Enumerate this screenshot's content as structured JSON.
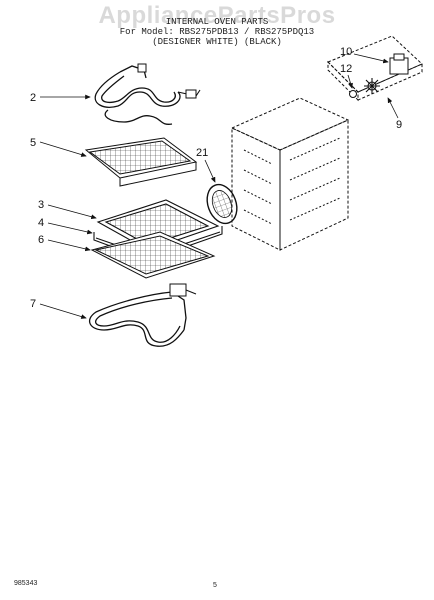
{
  "watermark": "AppliancePartsPros",
  "header": {
    "line1": "INTERNAL OVEN PARTS",
    "line2": "For Model: RBS275PDB13 / RBS275PDQ13",
    "line3": "(DESIGNER WHITE)  (BLACK)"
  },
  "callouts": {
    "c2": "2",
    "c5": "5",
    "c3": "3",
    "c4": "4",
    "c6": "6",
    "c7": "7",
    "c21": "21",
    "c10": "10",
    "c12": "12",
    "c9": "9"
  },
  "footer": {
    "left_code": "985343",
    "page_number": "5"
  },
  "colors": {
    "ink": "#111111",
    "watermark": "#9a9a9a"
  }
}
